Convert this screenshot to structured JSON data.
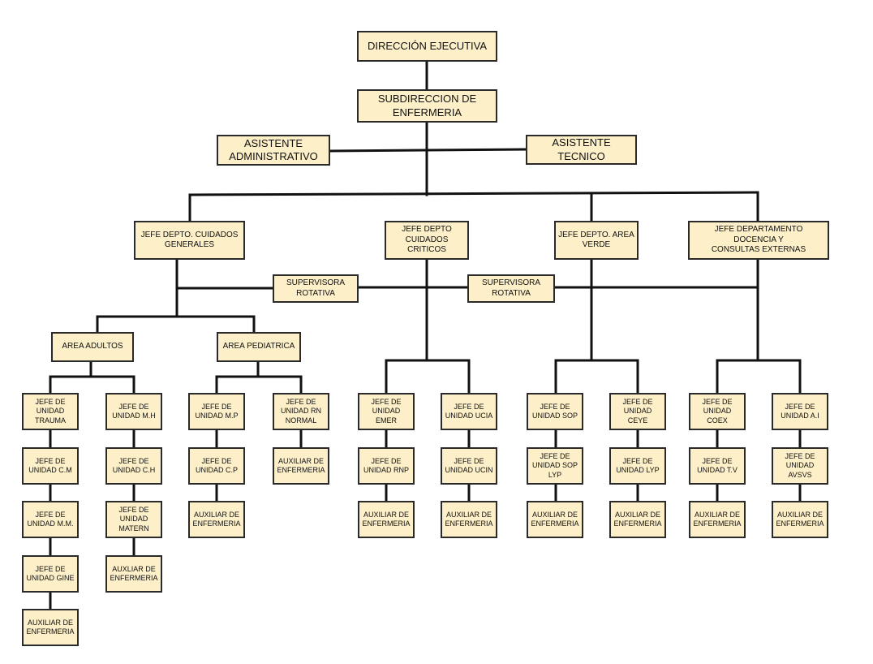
{
  "colors": {
    "box_fill": "#fdefc8",
    "border": "#2a2a2a",
    "line": "#111111"
  },
  "nodes": {
    "direccion": "DIRECCIÓN EJECUTIVA",
    "subdireccion": "SUBDIRECCION DE\nENFERMERIA",
    "asistente_admin": "ASISTENTE\nADMINISTRATIVO",
    "asistente_tecnico": "ASISTENTE TECNICO",
    "jefe_cuidados_generales": "JEFE DEPTO. CUIDADOS\nGENERALES",
    "jefe_cuidados_criticos": "JEFE DEPTO\nCUIDADOS CRITICOS",
    "jefe_area_verde": "JEFE DEPTO. AREA\nVERDE",
    "jefe_docencia": "JEFE DEPARTAMENTO DOCENCIA Y\nCONSULTAS EXTERNAS",
    "supervisora_1": "SUPERVISORA\nROTATIVA",
    "supervisora_2": "SUPERVISORA\nROTATIVA",
    "area_adultos": "AREA ADULTOS",
    "area_pediatrica": "AREA PEDIATRICA",
    "trauma": "JEFE DE\nUNIDAD\nTRAUMA",
    "cm": "JEFE DE\nUNIDAD C.M",
    "mm": "JEFE DE\nUNIDAD M.M.",
    "gine": "JEFE DE\nUNIDAD GINE",
    "aux_adultos": "AUXILIAR DE\nENFERMERIA",
    "mh": "JEFE DE\nUNIDAD M.H",
    "ch": "JEFE DE\nUNIDAD C.H",
    "matern": "JEFE DE\nUNIDAD\nMATERN",
    "auxliar_matern": "AUXLIAR DE\nENFERMERIA",
    "mp": "JEFE DE\nUNIDAD M.P",
    "cp": "JEFE DE\nUNIDAD C.P",
    "aux_cp": "AUXILIAR DE\nENFERMERIA",
    "rn": "JEFE DE\nUNIDAD RN\nNORMAL",
    "aux_rn": "AUXILIAR DE\nENFERMERIA",
    "emer": "JEFE DE\nUNIDAD\nEMER",
    "rnp": "JEFE DE\nUNIDAD RNP",
    "aux_rnp": "AUXILIAR DE\nENFERMERIA",
    "ucia": "JEFE DE\nUNIDAD UCIA",
    "ucin": "JEFE DE\nUNIDAD UCIN",
    "aux_ucin": "AUXILIAR DE\nENFERMERIA",
    "sop": "JEFE DE\nUNIDAD SOP",
    "sop_lyp": "JEFE  DE\nUNIDAD SOP\nLYP",
    "aux_sop": "AUXILIAR DE\nENFERMERIA",
    "ceye": "JEFE DE\nUNIDAD CEYE",
    "lyp": "JEFE DE\nUNIDAD LYP",
    "aux_lyp": "AUXILIAR DE\nENFERMERIA",
    "coex": "JEFE DE\nUNIDAD COEX",
    "tv": "JEFE DE\nUNIDAD T.V",
    "aux_tv": "AUXILIAR DE\nENFERMERIA",
    "ai": "JEFE DE\nUNIDAD A.I",
    "avsvs": "JEFE DE\nUNIDAD\nAVSVS",
    "aux_avsvs": "AUXILIAR DE\nENFERMERIA"
  }
}
